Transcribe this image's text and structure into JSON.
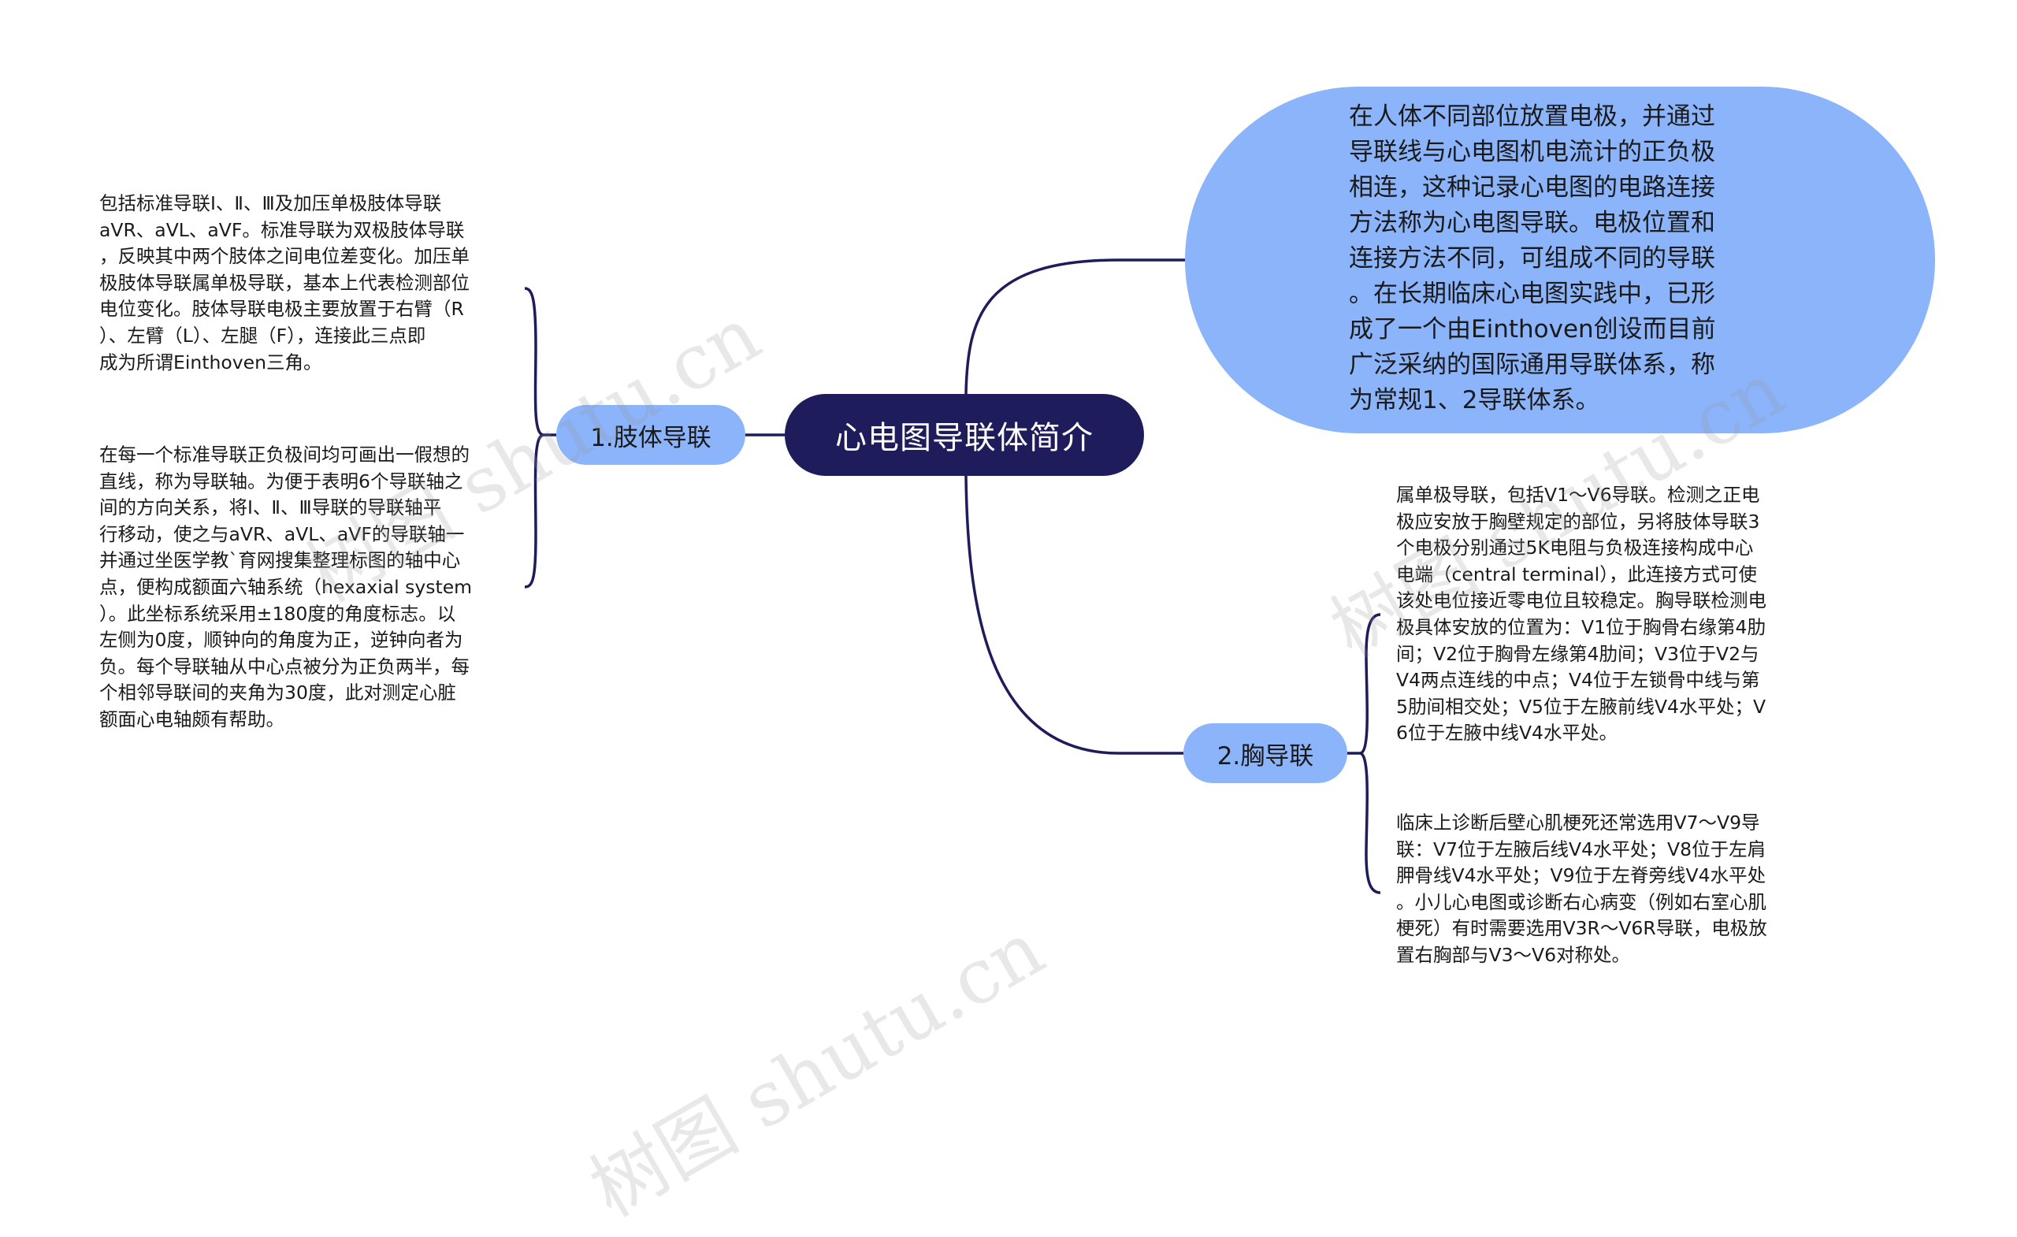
{
  "root": {
    "label": "心电图导联体简介"
  },
  "description": {
    "text": "在人体不同部位放置电极，并通过\n导联线与心电图机电流计的正负极\n相连，这种记录心电图的电路连接\n方法称为心电图导联。电极位置和\n连接方法不同，可组成不同的导联\n。在长期临床心电图实践中，已形\n成了一个由Einthoven创设而目前\n广泛采纳的国际通用导联体系，称\n为常规1、2导联体系。"
  },
  "branches": [
    {
      "label": "1.肢体导联",
      "leaves": [
        "包括标准导联Ⅰ、Ⅱ、Ⅲ及加压单极肢体导联\naVR、aVL、aVF。标准导联为双极肢体导联\n，反映其中两个肢体之间电位差变化。加压单\n极肢体导联属单极导联，基本上代表检测部位\n电位变化。肢体导联电极主要放置于右臂（R\n）、左臂（L）、左腿（F），连接此三点即\n成为所谓Einthoven三角。",
        "在每一个标准导联正负极间均可画出一假想的\n直线，称为导联轴。为便于表明6个导联轴之\n间的方向关系，将Ⅰ、Ⅱ、Ⅲ导联的导联轴平\n行移动，使之与aVR、aVL、aVF的导联轴一\n并通过坐医学教`育网搜集整理标图的轴中心\n点，便构成额面六轴系统（hexaxial system\n）。此坐标系统采用±180度的角度标志。以\n左侧为0度，顺钟向的角度为正，逆钟向者为\n负。每个导联轴从中心点被分为正负两半，每\n个相邻导联间的夹角为30度，此对测定心脏\n额面心电轴颇有帮助。"
      ]
    },
    {
      "label": "2.胸导联",
      "leaves": [
        "属单极导联，包括V1～V6导联。检测之正电\n极应安放于胸壁规定的部位，另将肢体导联3\n个电极分别通过5K电阻与负极连接构成中心\n电端（central terminal），此连接方式可使\n该处电位接近零电位且较稳定。胸导联检测电\n极具体安放的位置为：V1位于胸骨右缘第4肋\n间；V2位于胸骨左缘第4肋间；V3位于V2与\nV4两点连线的中点；V4位于左锁骨中线与第\n5肋间相交处；V5位于左腋前线V4水平处；V\n6位于左腋中线V4水平处。",
        "临床上诊断后壁心肌梗死还常选用V7～V9导\n联：V7位于左腋后线V4水平处；V8位于左肩\n胛骨线V4水平处；V9位于左脊旁线V4水平处\n。小儿心电图或诊断右心病变（例如右室心肌\n梗死）有时需要选用V3R～V6R导联，电极放\n置右胸部与V3～V6对称处。"
      ]
    }
  ],
  "watermark": {
    "text": "树图 shutu.cn"
  },
  "colors": {
    "root_fill": "#1e1c5a",
    "node_fill": "#8cb4fa",
    "line": "#1e1c5a"
  }
}
